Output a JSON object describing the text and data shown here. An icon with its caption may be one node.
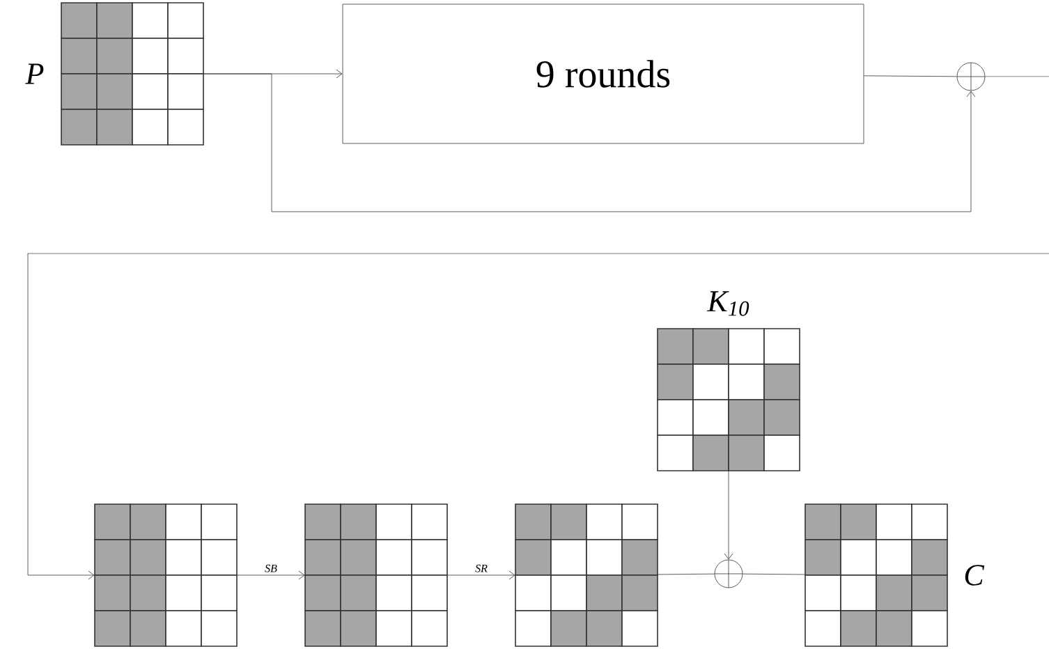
{
  "diagram": {
    "nodes": [
      {
        "text": [],
        "shape": "grid",
        "beside": [
          "P"
        ]
      },
      {
        "text": [
          "9 rounds"
        ]
      },
      {
        "text": [],
        "shape": "circle"
      },
      {
        "text": [],
        "shape": "grid"
      },
      {
        "text": [],
        "shape": "grid"
      },
      {
        "text": [],
        "shape": "grid"
      },
      {
        "text": [],
        "shape": "grid",
        "beside": [
          "K$_{10}$"
        ]
      },
      {
        "text": [],
        "shape": "circle"
      },
      {
        "text": [],
        "shape": "grid",
        "beside": [
          "C"
        ]
      }
    ],
    "edges": [
      {
        "from": 0,
        "to": 1,
        "arrow": "to"
      },
      {
        "from": 0,
        "to": 2,
        "arrow": "to"
      },
      {
        "from": 1,
        "to": 2,
        "arrow": "none"
      },
      {
        "from": 2,
        "to": null,
        "arrow": "none"
      },
      {
        "from": null,
        "to": 3,
        "arrow": "to"
      },
      {
        "from": 3,
        "to": 4,
        "arrow": "to",
        "label": "SB"
      },
      {
        "from": 4,
        "to": 5,
        "arrow": "to",
        "label": "SR"
      },
      {
        "from": 5,
        "to": 7,
        "arrow": "none"
      },
      {
        "from": 6,
        "to": 7,
        "arrow": "to"
      },
      {
        "from": 7,
        "to": 8,
        "arrow": "none"
      }
    ]
  }
}
